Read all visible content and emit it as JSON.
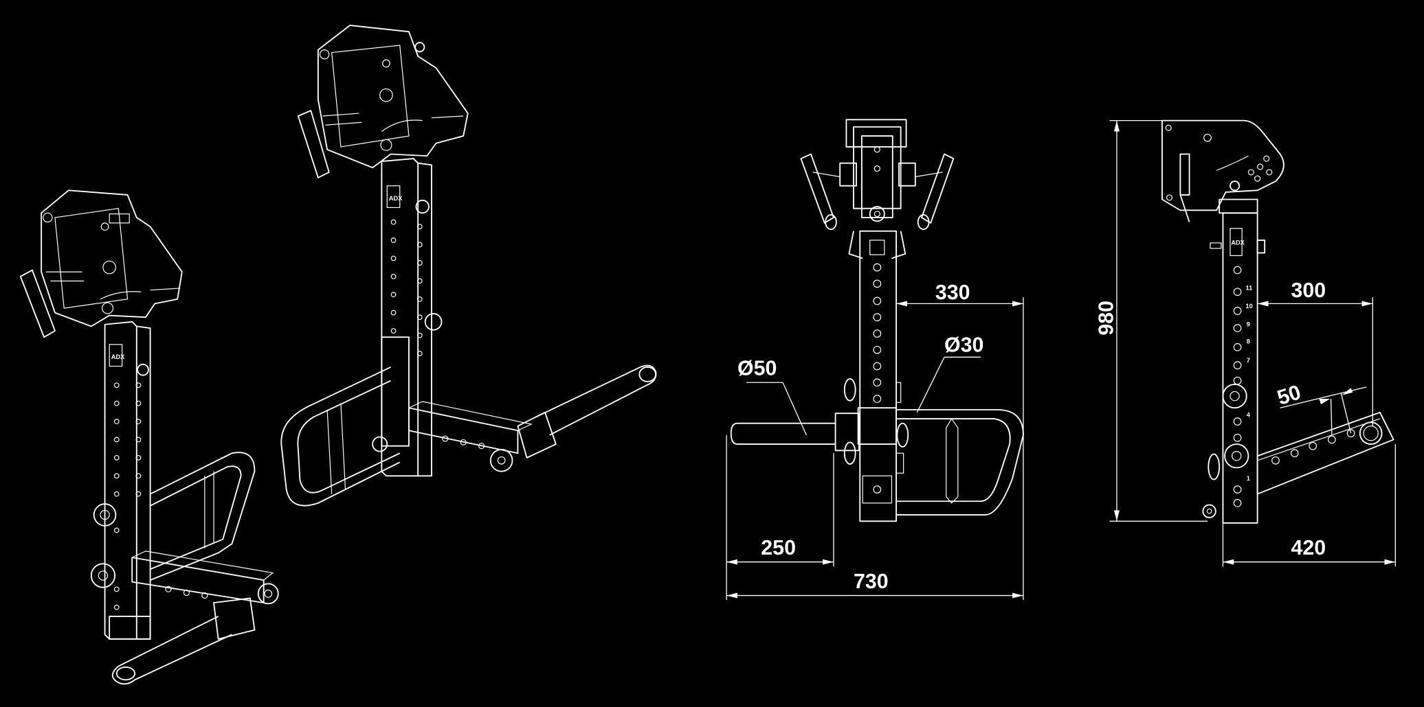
{
  "drawing": {
    "logo_text": "ADX",
    "colors": {
      "background": "#000000",
      "line": "#ffffff"
    },
    "front_view": {
      "dimensions": {
        "arm_reach": "330",
        "frame_tube_diameter": "Ø30",
        "bar_diameter": "Ø50",
        "bar_length": "250",
        "total_width": "730"
      }
    },
    "side_view": {
      "dimensions": {
        "height": "980",
        "arm_reach": "300",
        "hole_spacing": "50",
        "depth": "420"
      },
      "hole_numbers": [
        "11",
        "10",
        "9",
        "8",
        "7",
        "4",
        "1"
      ]
    }
  }
}
